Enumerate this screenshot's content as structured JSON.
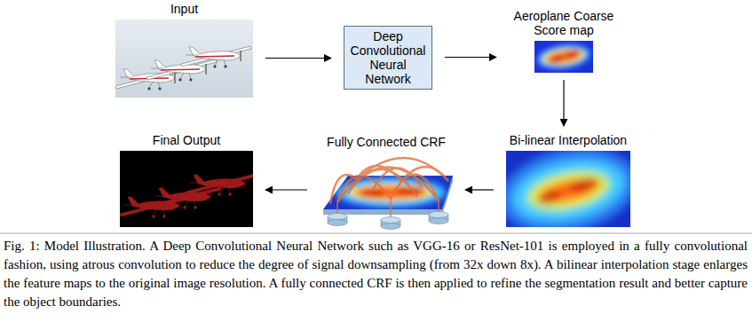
{
  "diagram": {
    "caption": "Fig. 1: Model Illustration. A Deep Convolutional Neural Network such as VGG-16 or ResNet-101 is employed in a fully convolutional fashion, using atrous convolution to reduce the degree of signal downsampling (from 32x down 8x). A bilinear interpolation stage enlarges the feature maps to the original image resolution. A fully connected CRF is then applied to refine the segmentation result and better capture the object boundaries.",
    "nodes": [
      {
        "text": [
          "Input"
        ]
      },
      {
        "text": [
          "Deep Convolutional Neural Network"
        ]
      },
      {
        "text": [
          "Aeroplane Coarse Score map"
        ]
      },
      {
        "text": [
          "Bi-linear Interpolation"
        ]
      },
      {
        "text": [
          "Fully Connected CRF"
        ]
      },
      {
        "text": [
          "Final Output"
        ]
      }
    ],
    "edges": [
      {
        "from": 0,
        "to": 1,
        "arrow": "to"
      },
      {
        "from": 1,
        "to": 2,
        "arrow": "to"
      },
      {
        "from": 2,
        "to": 3,
        "arrow": "to"
      },
      {
        "from": 3,
        "to": 4,
        "arrow": "to"
      },
      {
        "from": 4,
        "to": 5,
        "arrow": "to"
      }
    ]
  }
}
